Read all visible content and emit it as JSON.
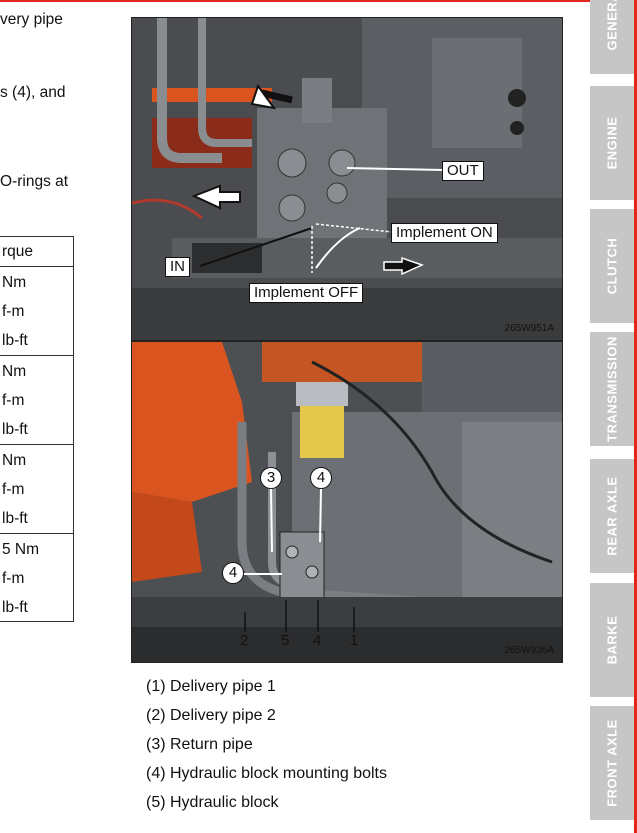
{
  "clipped_text": {
    "line1": "very pipe",
    "line2": "s (4), and",
    "line3": "O-rings at"
  },
  "torque_table": {
    "header": "rque",
    "groups": [
      [
        "Nm",
        "f-m",
        "lb-ft"
      ],
      [
        "Nm",
        "f-m",
        "lb-ft"
      ],
      [
        "Nm",
        "f-m",
        "lb-ft"
      ],
      [
        "5 Nm",
        "f-m",
        "lb-ft"
      ]
    ]
  },
  "figure_top": {
    "code": "265W951A",
    "callouts": {
      "out": "OUT",
      "implement_on": "Implement ON",
      "in": "IN",
      "implement_off": "Implement OFF"
    }
  },
  "figure_bottom": {
    "code": "265W936A",
    "markers": {
      "circle_3": "3",
      "circle_4_top": "4",
      "circle_4_left": "4",
      "bottom_2": "2",
      "bottom_5": "5",
      "bottom_4": "4",
      "bottom_1": "1"
    }
  },
  "legend": [
    "(1) Delivery pipe 1",
    "(2) Delivery pipe 2",
    "(3) Return pipe",
    "(4) Hydraulic block mounting bolts",
    "(5) Hydraulic block"
  ],
  "side_tabs": [
    "GENERAL",
    "ENGINE",
    "CLUTCH",
    "TRANSMISSION",
    "REAR AXLE",
    "BARKE",
    "FRONT AXLE"
  ],
  "colors": {
    "accent_red": "#e0281e",
    "tab_gray": "#c6c6c6",
    "machine_orange": "#d9541e"
  }
}
